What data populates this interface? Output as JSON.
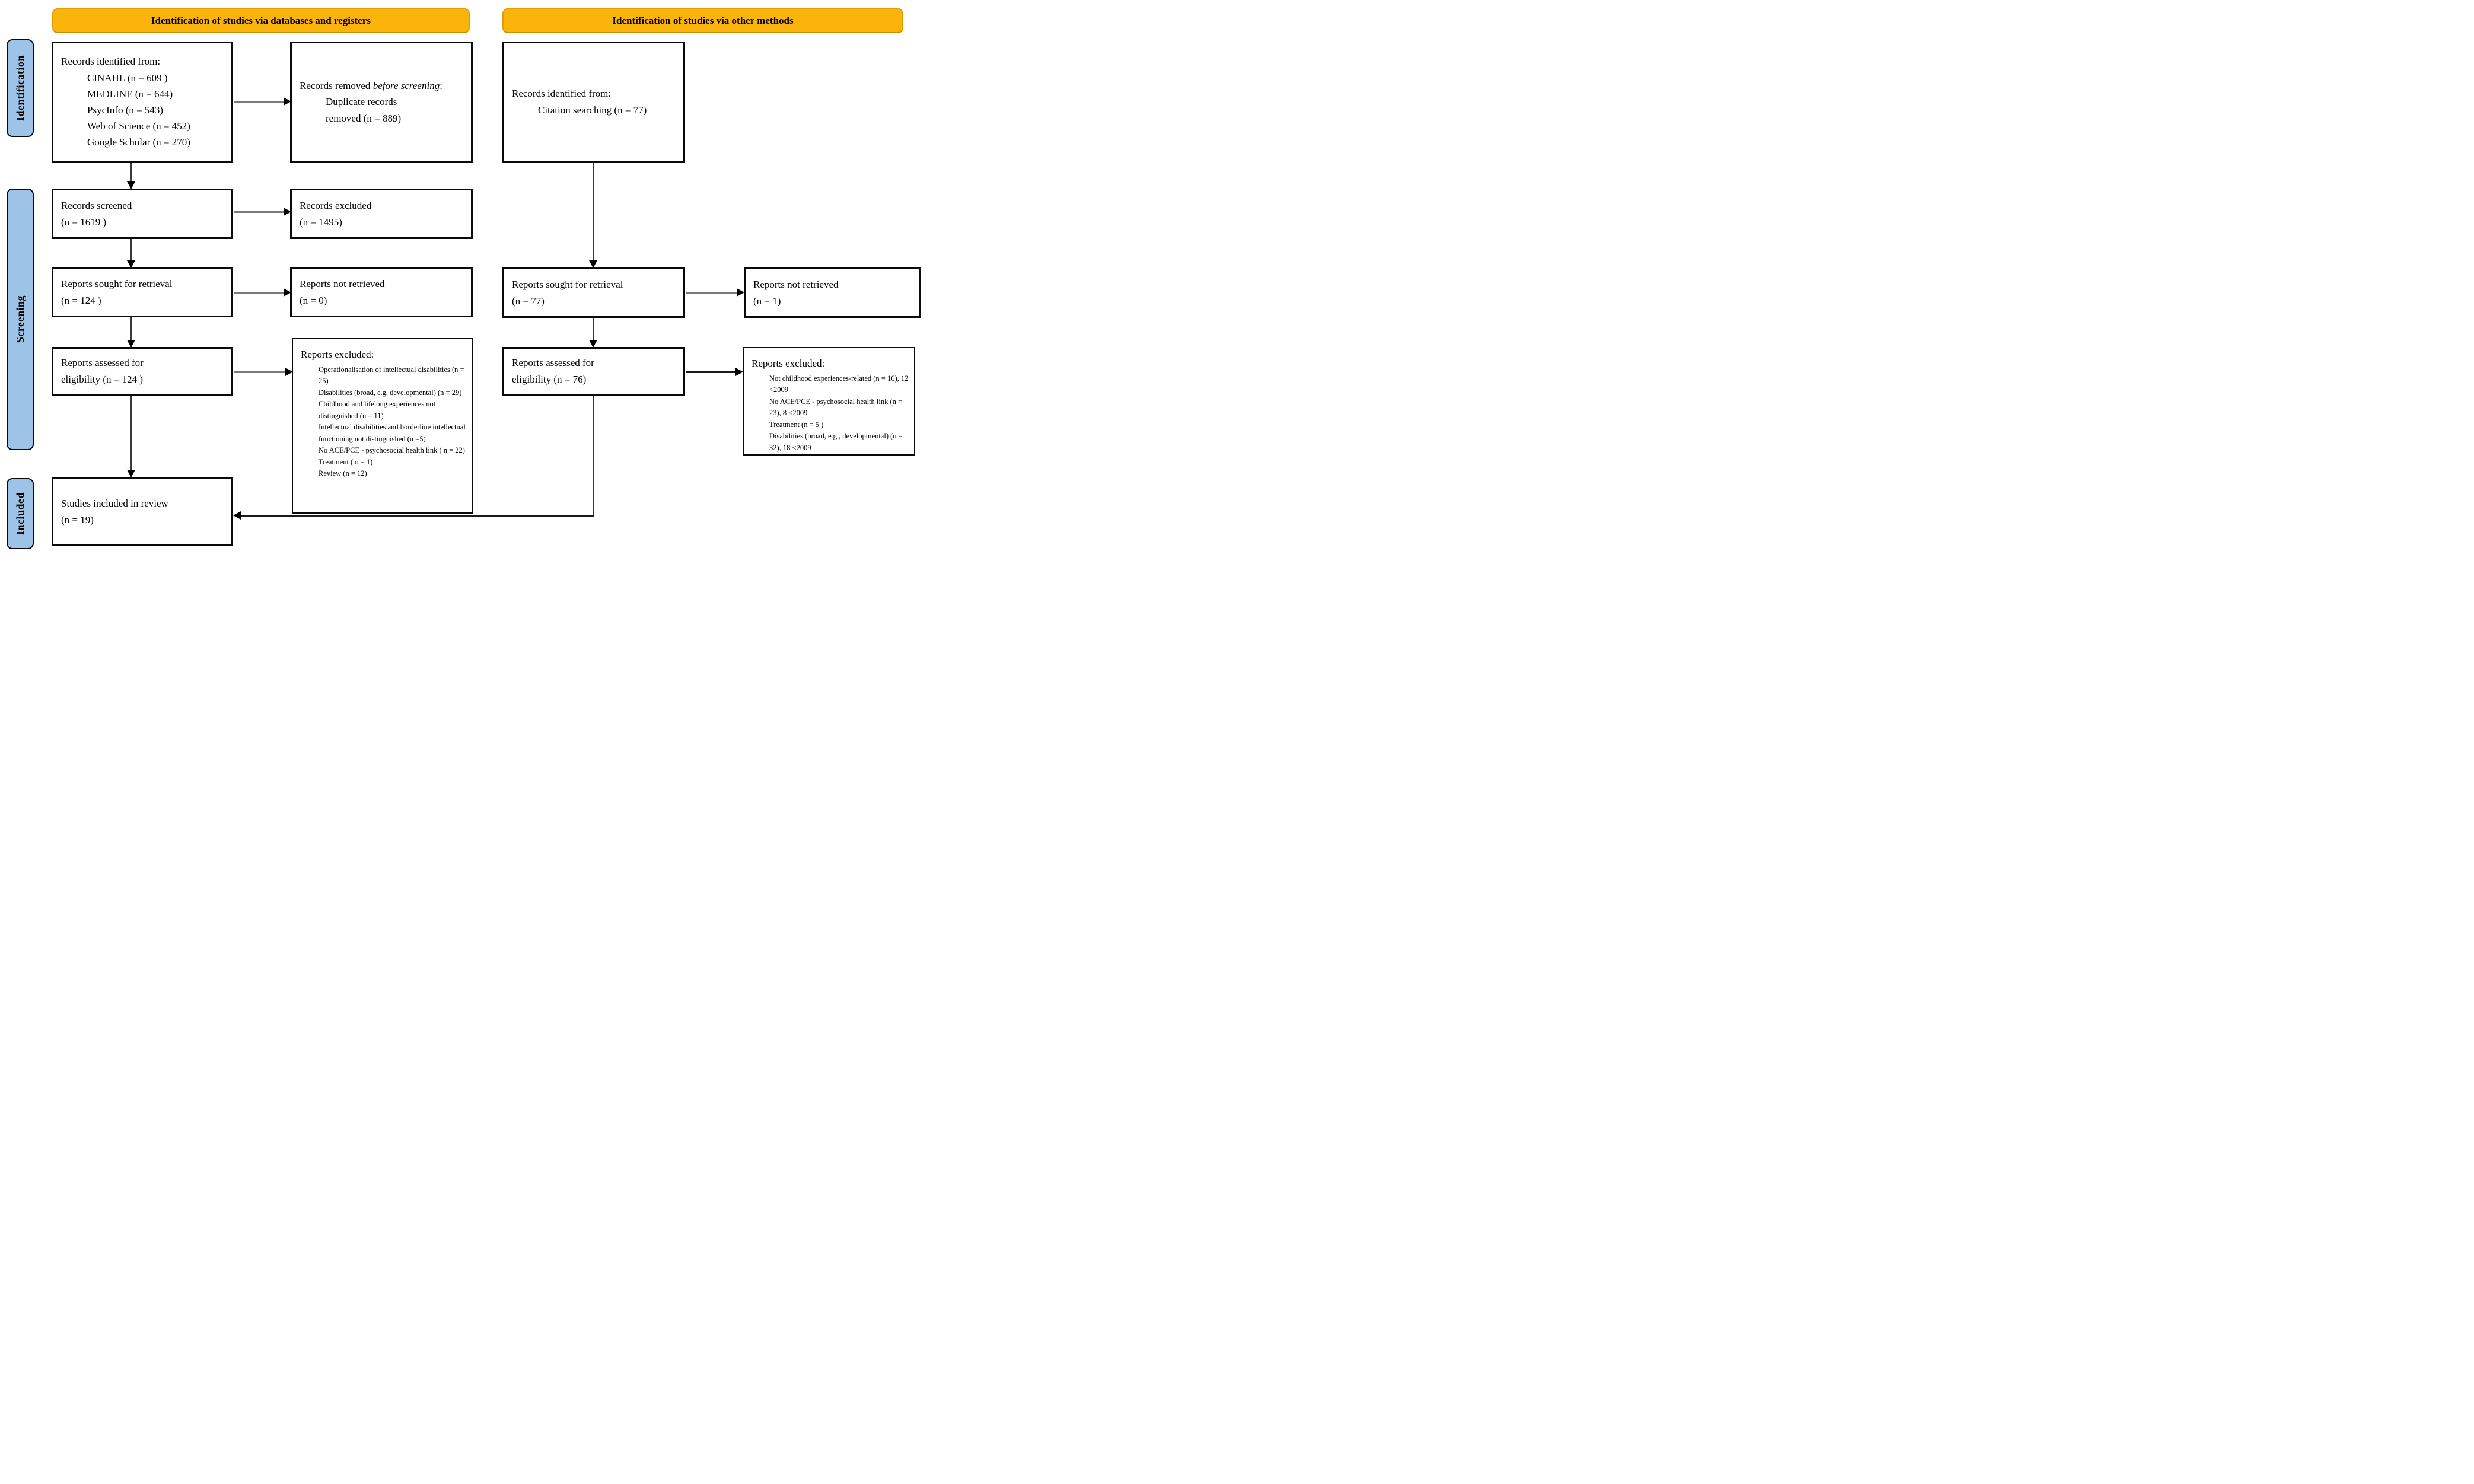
{
  "banners": {
    "left": "Identification of studies via databases and registers",
    "right": "Identification of studies via other methods"
  },
  "sidebar": {
    "items": [
      "Identification",
      "Screening",
      "Included"
    ]
  },
  "colors": {
    "banner_bg": "#FBB40C",
    "banner_border": "#E09E00",
    "sidebar_bg": "#9DC3E6",
    "box_border": "#0a0a0a"
  },
  "boxes": {
    "db_identified": {
      "title": "Records identified from:",
      "items": [
        "CINAHL (n = 609 )",
        "MEDLINE (n = 644)",
        "PsycInfo (n = 543)",
        "Web of Science (n = 452)",
        "Google Scholar (n = 270)"
      ]
    },
    "records_removed": {
      "prefix": "Records removed ",
      "italic": "before screening",
      "suffix": ":",
      "item": "Duplicate records removed  (n = 889)"
    },
    "records_screened": {
      "line1": "Records screened",
      "line2": "(n = 1619 )"
    },
    "records_excluded": {
      "line1": "Records excluded",
      "line2": "(n = 1495)"
    },
    "reports_sought_db": {
      "line1": "Reports sought for retrieval",
      "line2": "(n = 124 )"
    },
    "reports_not_retrieved_db": {
      "line1": "Reports not retrieved",
      "line2": "(n = 0)"
    },
    "reports_assessed_db": {
      "line1": "Reports assessed for",
      "line2": "eligibility (n = 124 )"
    },
    "reports_excluded_db": {
      "title": "Reports excluded:",
      "items": [
        "Operationalisation of intellectual disabilities (n = 25)",
        "Disabilities (broad, e.g. developmental)  (n = 29)",
        "Childhood and lifelong experiences not distinguished (n = 11)",
        "Intellectual disabilities and borderline intellectual functioning not distinguished (n =5)",
        "No ACE/PCE - psychosocial health link ( n = 22)",
        "Treatment ( n = 1)",
        "Review  (n = 12)"
      ]
    },
    "studies_included": {
      "line1": "Studies included in review",
      "line2": "(n = 19)"
    },
    "other_identified": {
      "title": "Records identified from:",
      "item": "Citation searching (n = 77)"
    },
    "reports_sought_other": {
      "line1": "Reports sought for retrieval",
      "line2": "(n = 77)"
    },
    "reports_not_retrieved_other": {
      "line1": "Reports not retrieved",
      "line2": "(n = 1)"
    },
    "reports_assessed_other": {
      "line1": "Reports assessed for",
      "line2": "eligibility (n = 76)"
    },
    "reports_excluded_other": {
      "title": "Reports excluded:",
      "items": [
        "Not childhood experiences-related (n = 16), 12 <2009",
        "No ACE/PCE - psychosocial health link (n = 23), 8 <2009",
        "Treatment (n = 5 )",
        "Disabilities (broad, e.g., developmental) (n = 32), 18 <2009"
      ]
    }
  }
}
